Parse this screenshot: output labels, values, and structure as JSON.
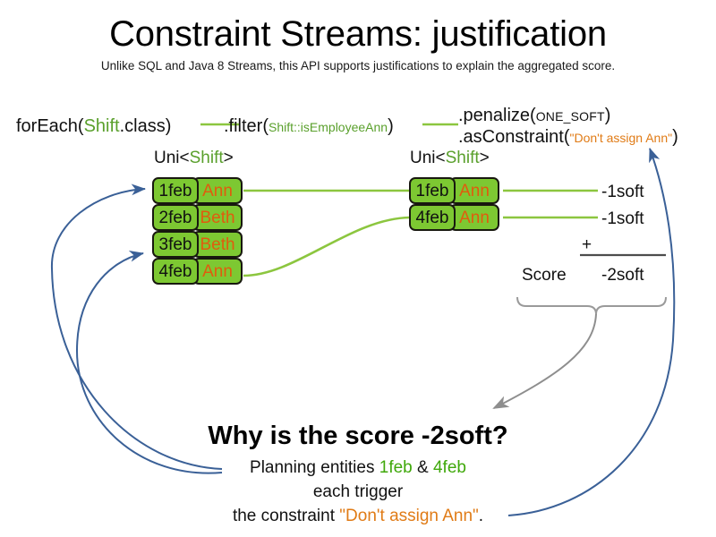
{
  "slide": {
    "title": "Constraint Streams: justification",
    "subtitle": "Unlike SQL and Java 8 Streams, this API supports justifications to explain the aggregated score."
  },
  "code": {
    "foreach": {
      "prefix": "forEach(",
      "type": "Shift",
      "suffix": ".class)"
    },
    "filter": {
      "prefix": ".filter(",
      "methodref": "Shift::isEmployeeAnn",
      "suffix": ")"
    },
    "penalize": {
      "prefix": ".penalize(",
      "constant": "ONE_SOFT",
      "suffix": ")"
    },
    "asconstraint": {
      "prefix": ".asConstraint(",
      "string": "\"Don't assign Ann\"",
      "suffix": ")"
    }
  },
  "streams": {
    "left_caption": {
      "prefix": "Uni<",
      "type": "Shift",
      "suffix": ">"
    },
    "right_caption": {
      "prefix": "Uni<",
      "type": "Shift",
      "suffix": ">"
    },
    "left_rows": [
      {
        "date": "1feb",
        "name": "Ann"
      },
      {
        "date": "2feb",
        "name": "Beth"
      },
      {
        "date": "3feb",
        "name": "Beth"
      },
      {
        "date": "4feb",
        "name": "Ann"
      }
    ],
    "right_rows": [
      {
        "date": "1feb",
        "name": "Ann"
      },
      {
        "date": "4feb",
        "name": "Ann"
      }
    ]
  },
  "score": {
    "penalties": [
      "-1soft",
      "-1soft"
    ],
    "operator": "+",
    "label": "Score",
    "total": "-2soft"
  },
  "explanation": {
    "heading": "Why is the score -2soft?",
    "line1_prefix": "Planning entities ",
    "line1_entity_a": "1feb",
    "line1_amp": " & ",
    "line1_entity_b": "4feb",
    "line2": "each trigger",
    "line3_prefix": "the constraint ",
    "line3_string": "\"Don't assign Ann\"",
    "line3_suffix": "."
  },
  "colors": {
    "box_fill": "#7dc832",
    "box_border": "#18180f",
    "name_text": "#e05c0e",
    "type_green": "#5aa02c",
    "string_orange": "#e07b16",
    "link_green": "#8cc63f",
    "arrow_blue": "#3a6097",
    "brace_gray": "#9a9a9a"
  }
}
